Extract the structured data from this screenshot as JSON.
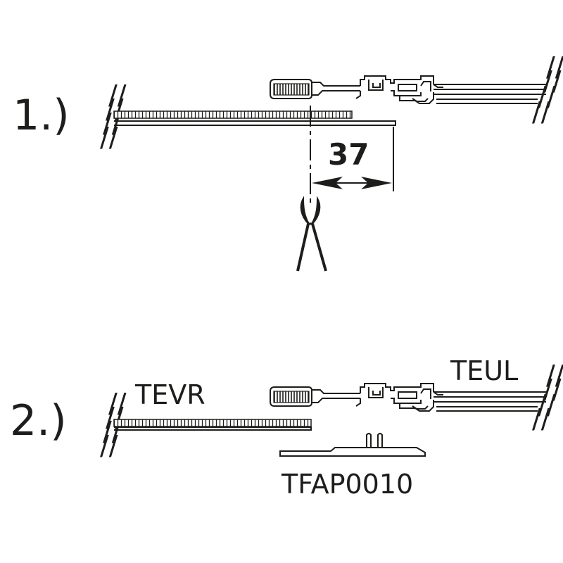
{
  "colors": {
    "ink": "#1d1d1b",
    "background": "#ffffff"
  },
  "step1": {
    "number_label": "1.)",
    "dimension_value": "37",
    "tool_icon": "scissors-icon"
  },
  "step2": {
    "number_label": "2.)",
    "labels": {
      "left_strip": "TEVR",
      "right_assembly": "TEUL",
      "bottom_part": "TFAP0010"
    }
  },
  "symbols": {
    "break_mark": "//"
  }
}
